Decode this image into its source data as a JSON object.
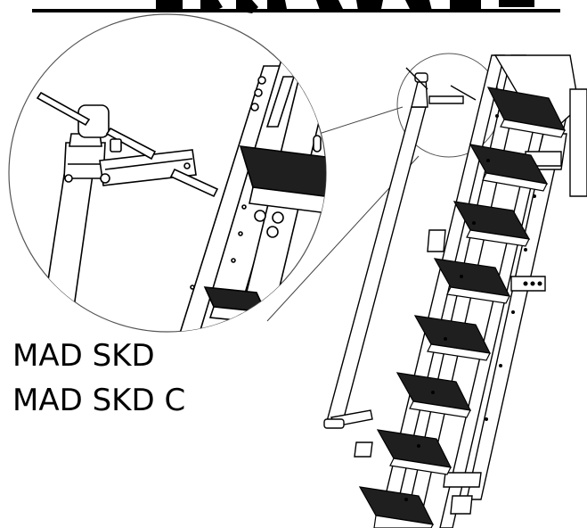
{
  "labels": {
    "model_1": "MAD SKD",
    "model_2": "MAD SKD C"
  },
  "colors": {
    "ink": "#000000",
    "tread": "#1f1f1f",
    "rail_fill": "#ffffff",
    "background": "#ffffff"
  },
  "icons": [
    "ladder-illustration",
    "detail-magnifier-circle",
    "handrail-bolt-detail"
  ]
}
